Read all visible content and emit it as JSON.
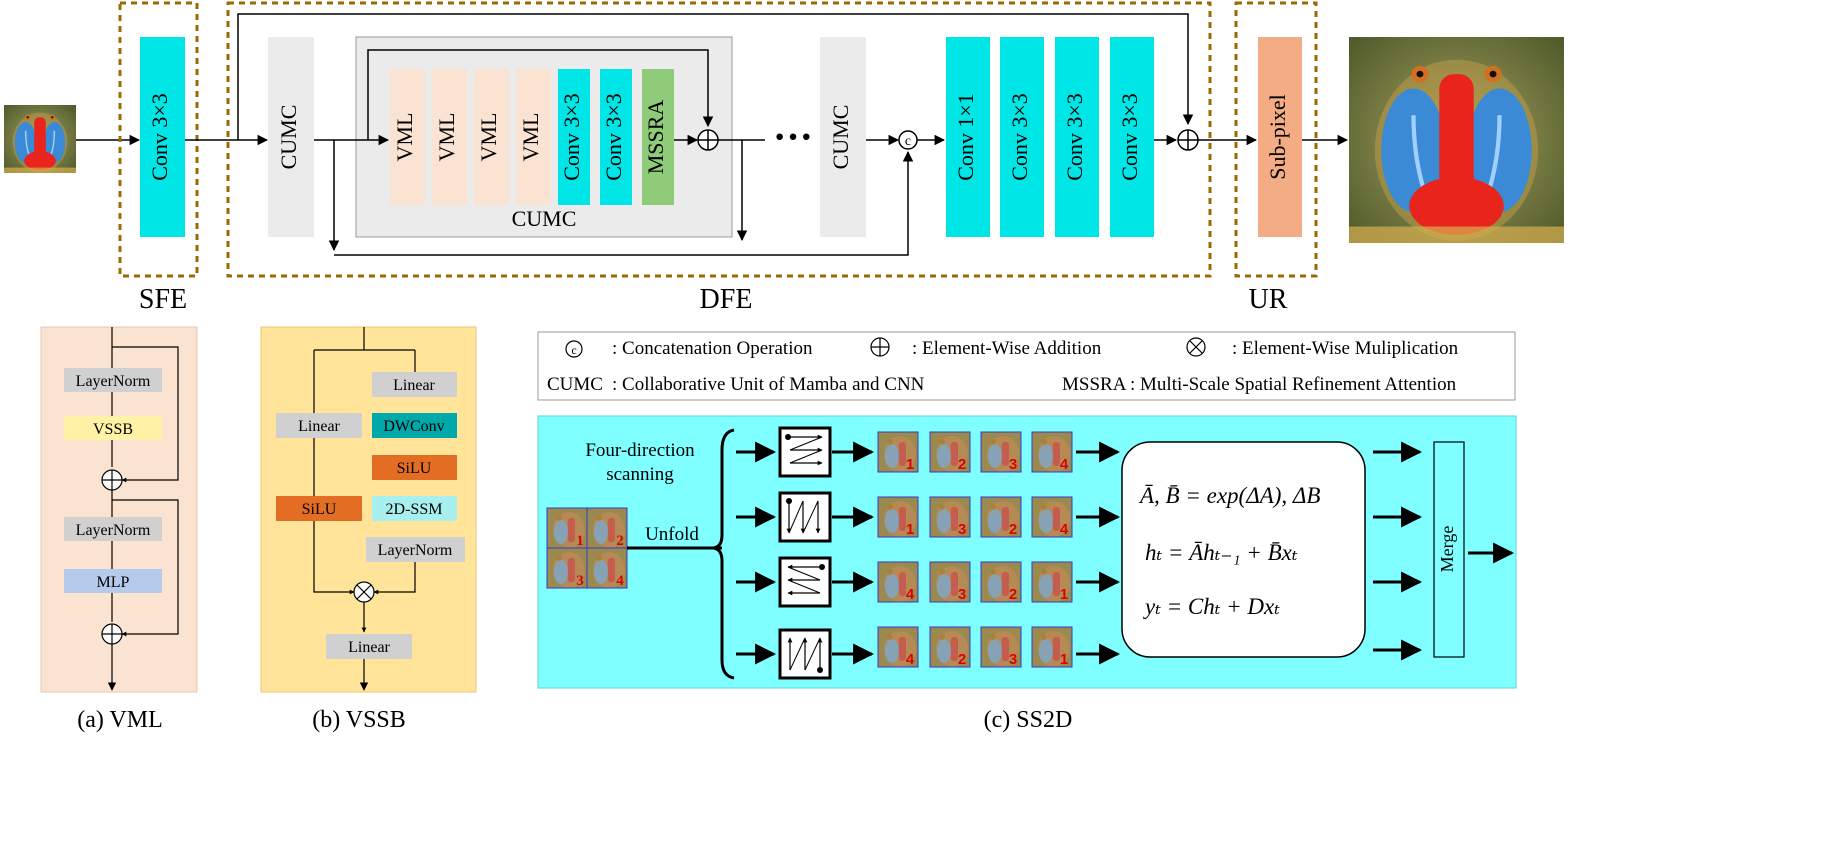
{
  "main": {
    "conv_sfe": "Conv 3×3",
    "cumc_left": "CUMC",
    "vml_blocks": [
      "VML",
      "VML",
      "VML",
      "VML"
    ],
    "conv_inner": [
      "Conv 3×3",
      "Conv 3×3"
    ],
    "mssra": "MSSRA",
    "cumc_inner_label": "CUMC",
    "dots": "···",
    "cumc_right": "CUMC",
    "concat_symbol": "c",
    "conv_right": [
      "Conv 1×1",
      "Conv 3×3",
      "Conv 3×3",
      "Conv 3×3"
    ],
    "subpixel": "Sub-pixel",
    "sections": {
      "sfe": "SFE",
      "dfe": "DFE",
      "ur": "UR"
    }
  },
  "vml": {
    "blocks": [
      "LayerNorm",
      "VSSB",
      "LayerNorm",
      "MLP"
    ],
    "caption": "(a) VML"
  },
  "vssb": {
    "left": [
      "Linear",
      "SiLU"
    ],
    "right": [
      "Linear",
      "DWConv",
      "SiLU",
      "2D-SSM",
      "LayerNorm"
    ],
    "bottom": "Linear",
    "caption": "(b) VSSB"
  },
  "legend": {
    "concat": ":  Concatenation Operation",
    "add": ":  Element-Wise Addition",
    "mult": ":  Element-Wise Muliplication",
    "cumc_key": "CUMC",
    "cumc_def": ":  Collaborative Unit of Mamba and CNN",
    "mssra_key": "MSSRA",
    "mssra_def": ":  Multi-Scale Spatial Refinement Attention"
  },
  "ss2d": {
    "scan_label_1": "Four-direction",
    "scan_label_2": "scanning",
    "unfold": "Unfold",
    "grid_numbers": [
      "1",
      "2",
      "3",
      "4"
    ],
    "rows": [
      [
        "1",
        "2",
        "3",
        "4"
      ],
      [
        "1",
        "3",
        "2",
        "4"
      ],
      [
        "4",
        "3",
        "2",
        "1"
      ],
      [
        "4",
        "2",
        "3",
        "1"
      ]
    ],
    "eq1": "Ā, B̄  =  exp(ΔA), ΔB",
    "eq2": "hₜ   =  Āhₜ₋₁  +  B̄xₜ",
    "eq3": "yₜ   =  Chₜ  +  Dxₜ",
    "merge": "Merge",
    "caption": "(c) SS2D"
  },
  "colors": {
    "cyan": "#00E5E5",
    "gray_block": "#EBEBEB",
    "peach": "#FBE3D3",
    "green": "#8FCB78",
    "orange_sub": "#F4AC84",
    "dashed_border": "#9A6B00",
    "vml_bg": "#FBE3D2",
    "vssb_bg": "#FFE49A",
    "ss2d_bg": "#7FFFFF",
    "silu": "#E36E23",
    "dwconv": "#00A9A9",
    "ssm": "#A8F0F0",
    "vssb_yellow": "#FFF1A6",
    "mlp_blue": "#B4CBEB",
    "ln_gray": "#D0D0D0"
  }
}
